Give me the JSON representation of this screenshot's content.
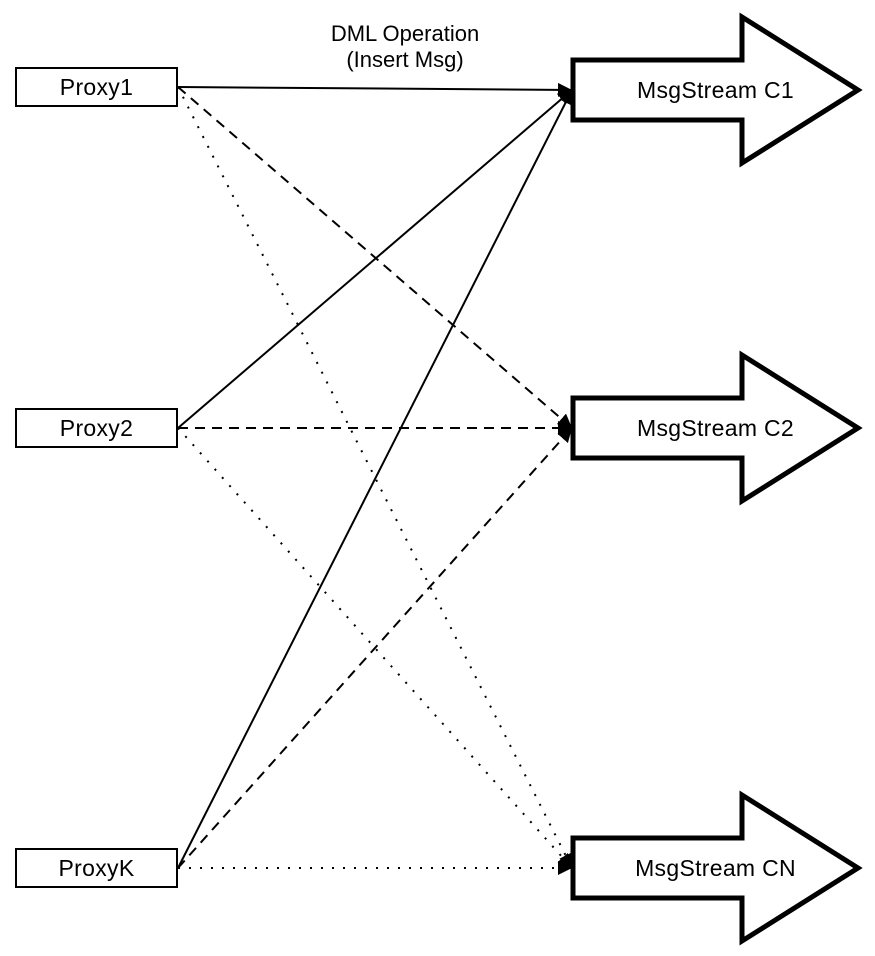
{
  "diagram": {
    "background_color": "#ffffff",
    "stroke_color": "#000000",
    "node_fill_color": "#ffffff",
    "annotation": {
      "line1": "DML Operation",
      "line2": "(Insert Msg)"
    },
    "proxies": [
      {
        "label": "Proxy1"
      },
      {
        "label": "Proxy2"
      },
      {
        "label": "ProxyK"
      }
    ],
    "streams": [
      {
        "label": "MsgStream C1",
        "incoming_line_style": "solid"
      },
      {
        "label": "MsgStream C2",
        "incoming_line_style": "dashed"
      },
      {
        "label": "MsgStream CN",
        "incoming_line_style": "dotted"
      }
    ],
    "connections": [
      {
        "from": "Proxy1",
        "to": "MsgStream C1",
        "style": "solid"
      },
      {
        "from": "Proxy2",
        "to": "MsgStream C1",
        "style": "solid"
      },
      {
        "from": "ProxyK",
        "to": "MsgStream C1",
        "style": "solid"
      },
      {
        "from": "Proxy1",
        "to": "MsgStream C2",
        "style": "dashed"
      },
      {
        "from": "Proxy2",
        "to": "MsgStream C2",
        "style": "dashed"
      },
      {
        "from": "ProxyK",
        "to": "MsgStream C2",
        "style": "dashed"
      },
      {
        "from": "Proxy1",
        "to": "MsgStream CN",
        "style": "dotted"
      },
      {
        "from": "Proxy2",
        "to": "MsgStream CN",
        "style": "dotted"
      },
      {
        "from": "ProxyK",
        "to": "MsgStream CN",
        "style": "dotted"
      }
    ]
  }
}
